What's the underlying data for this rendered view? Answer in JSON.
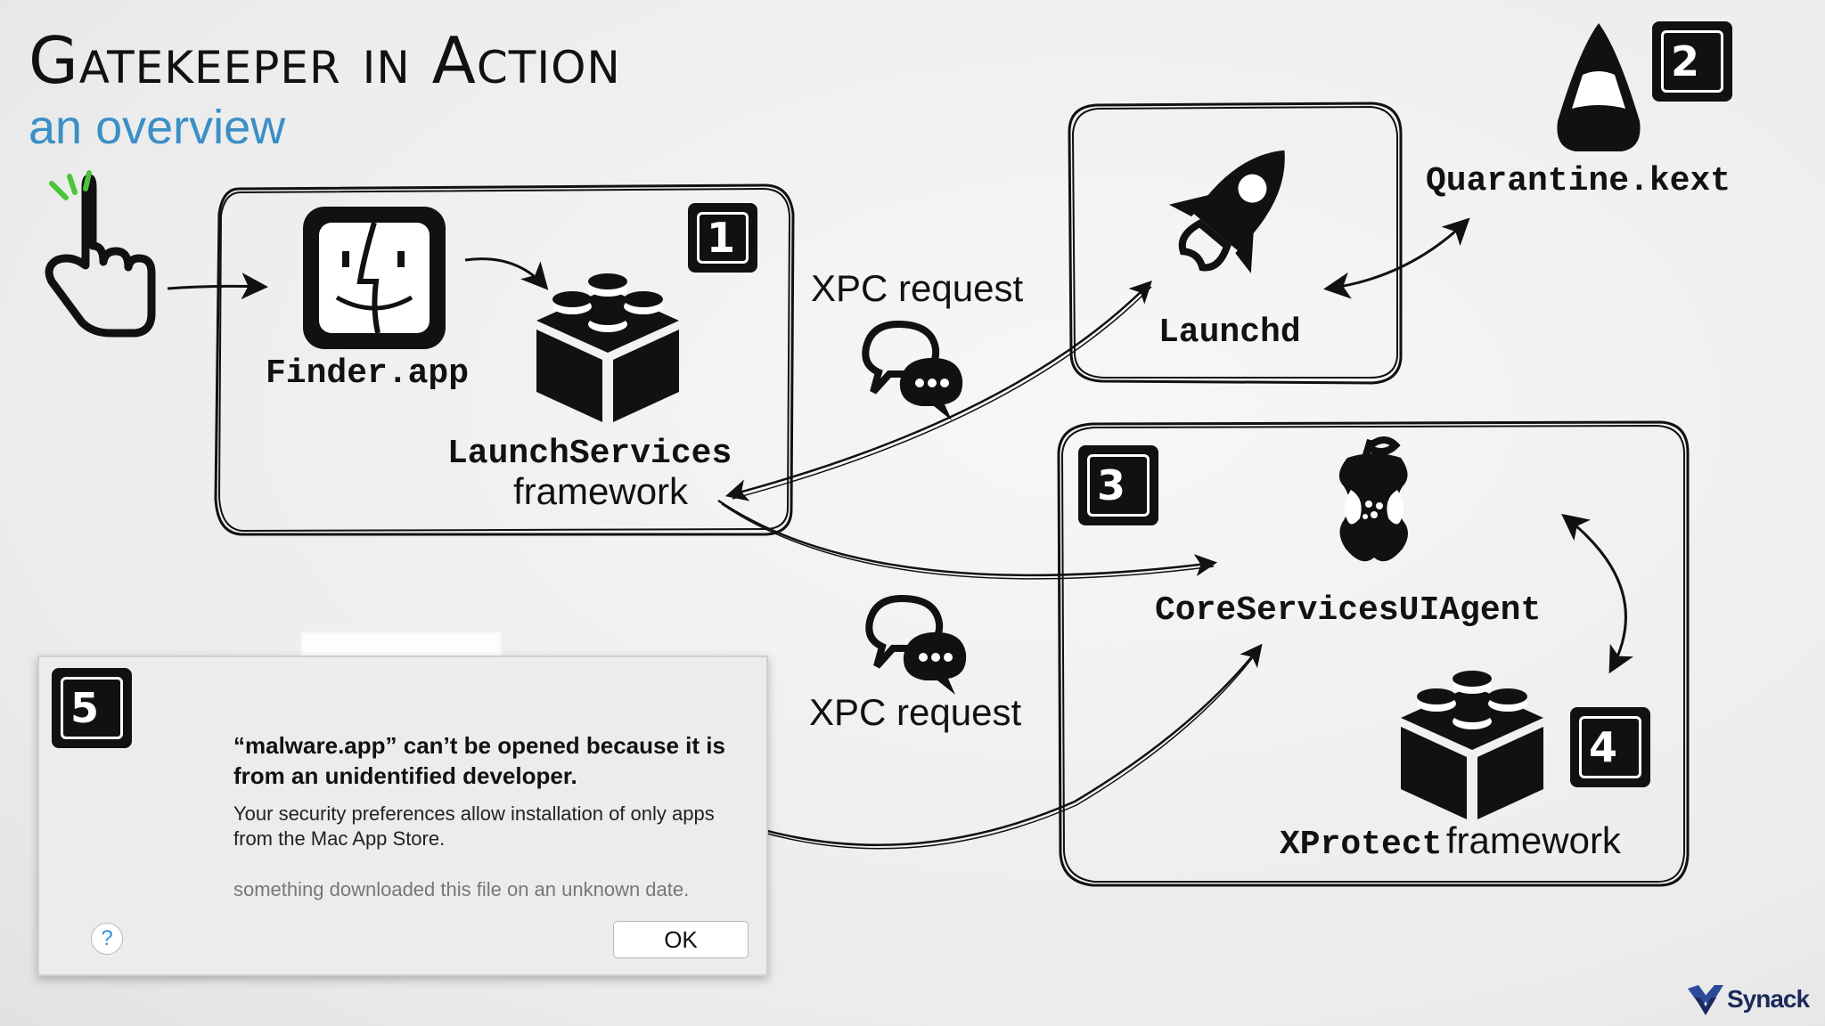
{
  "header": {
    "title": "Gatekeeper in Action",
    "subtitle": "an overview"
  },
  "nodes": {
    "finder": "Finder.app",
    "launchservices_line1": "LaunchServices",
    "launchservices_line2": "framework",
    "launchd": "Launchd",
    "quarantine": "Quarantine.kext",
    "coreservices": "CoreServicesUIAgent",
    "xprotect_name": "XProtect",
    "xprotect_suffix": "framework"
  },
  "edges": {
    "xpc_top": "XPC request",
    "xpc_bottom": "XPC request"
  },
  "badges": {
    "b1": "1",
    "b2": "2",
    "b3": "3",
    "b4": "4",
    "b5": "5"
  },
  "dialog": {
    "title": "“malware.app” can’t be opened because it is from an unidentified developer.",
    "message": "Your security preferences allow installation of only apps from the Mac App Store.",
    "note": "something downloaded this file on an unknown date.",
    "ok_label": "OK",
    "help_label": "?"
  },
  "brand": {
    "name": "Synack"
  },
  "colors": {
    "subtitle": "#3a8fc6",
    "tap_accent": "#4cc43a",
    "warning": "#f4c21b"
  }
}
